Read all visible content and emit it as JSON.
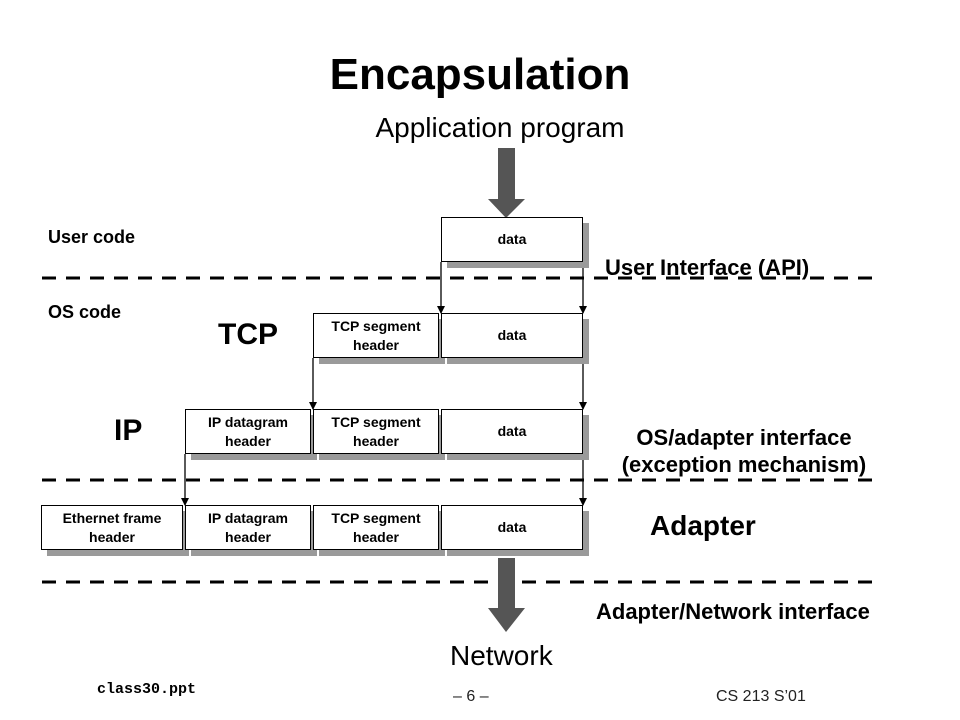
{
  "title": "Encapsulation",
  "top_label": "Application program",
  "bottom_label": "Network",
  "region_labels": {
    "user_code": "User code",
    "os_code": "OS code"
  },
  "layer_labels": {
    "tcp": "TCP",
    "ip": "IP",
    "adapter": "Adapter"
  },
  "interfaces": {
    "user_api": "User Interface (API)",
    "os_adapter_line1": "OS/adapter interface",
    "os_adapter_line2": "(exception mechanism)",
    "adapter_network": "Adapter/Network interface"
  },
  "packets": {
    "data": "data",
    "tcp_header": "TCP segment\nheader",
    "ip_header": "IP datagram\nheader",
    "eth_header": "Ethernet frame\nheader"
  },
  "footer": {
    "filename": "class30.ppt",
    "page": "– 6 –",
    "course": "CS 213 S’01"
  },
  "colors": {
    "arrow": "#555555",
    "shadow": "#9a9a9a"
  }
}
